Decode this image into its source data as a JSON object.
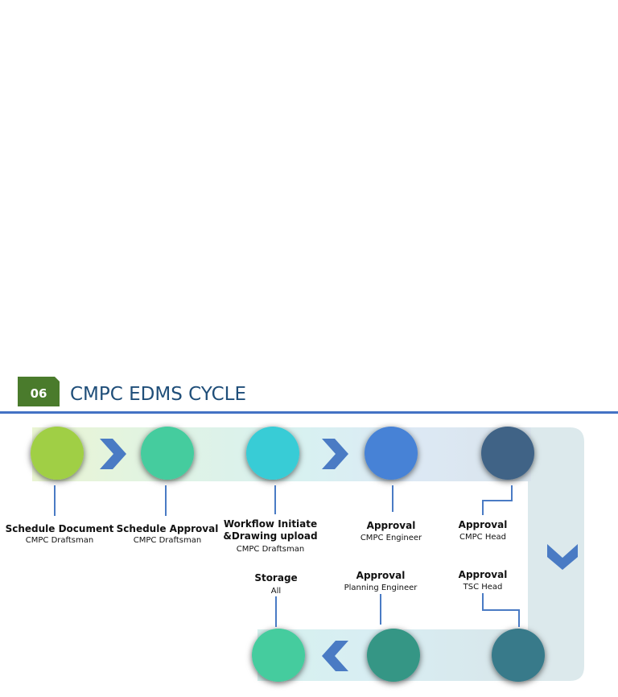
{
  "header": {
    "badge": "06",
    "title": "CMPC EDMS CYCLE",
    "badge_color": "#4a7b2c",
    "title_color": "#1f4e79",
    "rule_color": "#4472c4"
  },
  "steps": [
    {
      "title": "Schedule Document",
      "role": "CMPC Draftsman",
      "color": "#a0cf45"
    },
    {
      "title": "Schedule Approval",
      "role": "CMPC Draftsman",
      "color": "#44cc9e"
    },
    {
      "title_line1": "Workflow Initiate",
      "title_line2": "&Drawing upload",
      "role": "CMPC Draftsman",
      "color": "#38ccd6"
    },
    {
      "title": "Approval",
      "role": "CMPC Engineer",
      "color": "#4682d6"
    },
    {
      "title": "Approval",
      "role": "CMPC Head",
      "color": "#406486"
    },
    {
      "title": "Approval",
      "role": "TSC Head",
      "color": "#377a8a"
    },
    {
      "title": "Approval",
      "role": "Planning Engineer",
      "color": "#359685"
    },
    {
      "title": "Storage",
      "role": "All",
      "color": "#44cc9e"
    }
  ],
  "connector_color": "#4a7bc4",
  "arrow_color": "#4a7bc4"
}
